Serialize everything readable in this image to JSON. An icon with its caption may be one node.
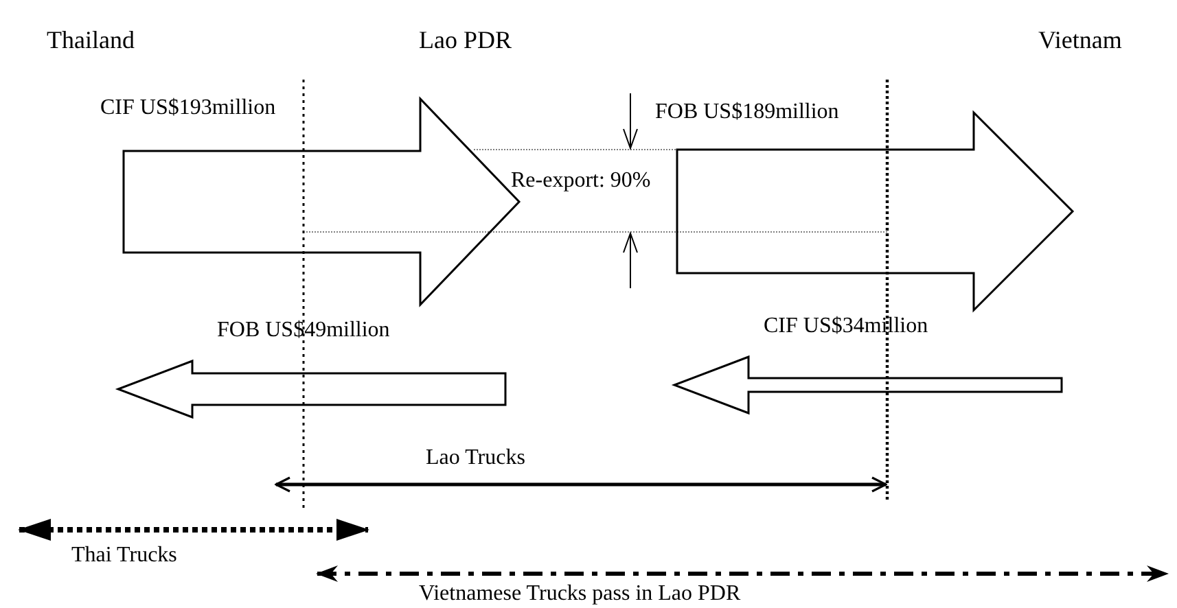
{
  "diagram": {
    "labels": [
      "Thailand",
      "Lao PDR",
      "Vietnam",
      "CIF US$193million",
      "FOB US$189million",
      "Re-export: 90%",
      "FOB US$49million",
      "CIF US$34million",
      "Lao Trucks",
      "Thai Trucks",
      "Vietnamese Trucks pass in Lao PDR"
    ]
  }
}
